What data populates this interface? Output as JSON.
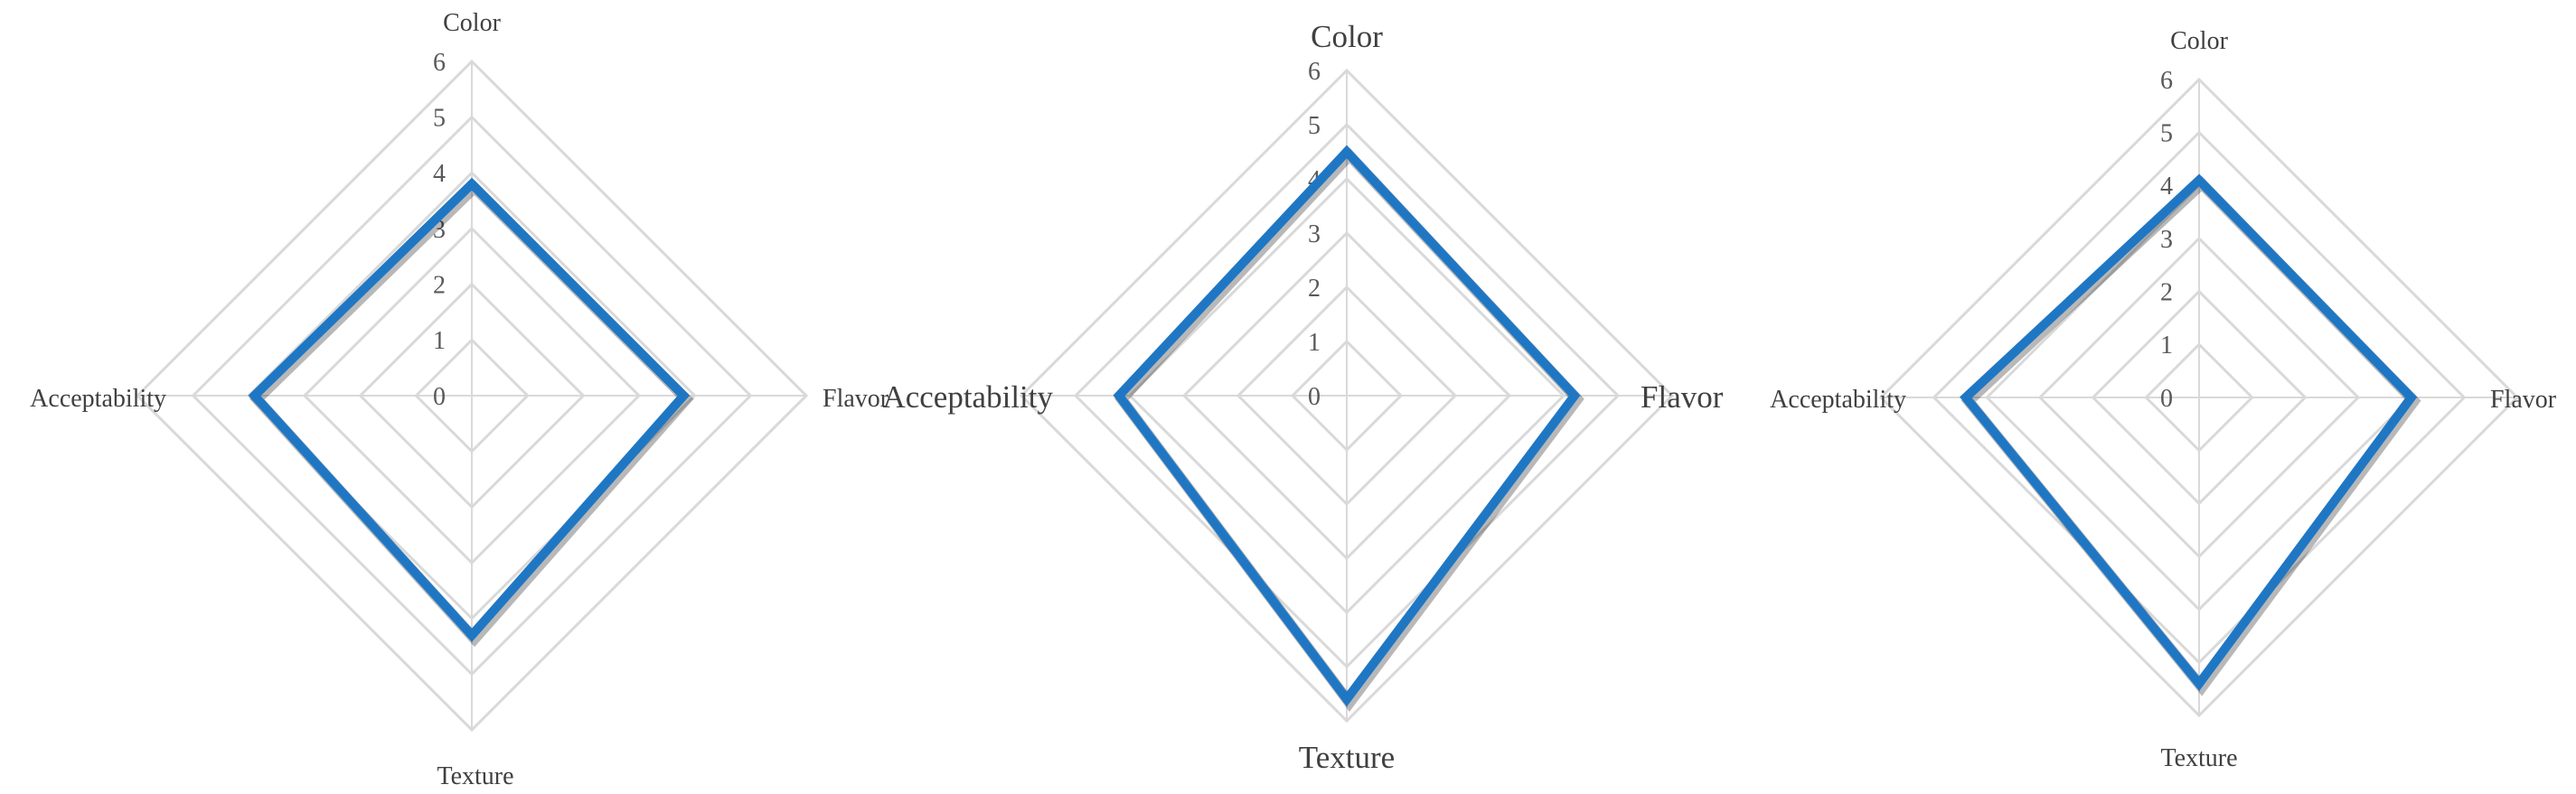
{
  "chart_data": [
    {
      "type": "radar",
      "categories": [
        "Color",
        "Flavor",
        "Texture",
        "Acceptability"
      ],
      "values": [
        3.8,
        3.8,
        4.3,
        3.9
      ],
      "rlim": [
        0,
        6
      ],
      "ticks": [
        "0",
        "1",
        "2",
        "3",
        "4",
        "5",
        "6"
      ],
      "grid": true,
      "colors": {
        "series": "#1f77c4",
        "grid": "#d9d9d9"
      }
    },
    {
      "type": "radar",
      "categories": [
        "Color",
        "Flavor",
        "Texture",
        "Acceptability"
      ],
      "values": [
        4.5,
        4.2,
        5.6,
        4.2
      ],
      "rlim": [
        0,
        6
      ],
      "ticks": [
        "0",
        "1",
        "2",
        "3",
        "4",
        "5",
        "6"
      ],
      "grid": true,
      "colors": {
        "series": "#1f77c4",
        "grid": "#d9d9d9"
      }
    },
    {
      "type": "radar",
      "categories": [
        "Color",
        "Flavor",
        "Texture",
        "Acceptability"
      ],
      "values": [
        4.1,
        4.0,
        5.4,
        4.4
      ],
      "rlim": [
        0,
        6
      ],
      "ticks": [
        "0",
        "1",
        "2",
        "3",
        "4",
        "5",
        "6"
      ],
      "grid": true,
      "colors": {
        "series": "#1f77c4",
        "grid": "#d9d9d9"
      }
    }
  ]
}
